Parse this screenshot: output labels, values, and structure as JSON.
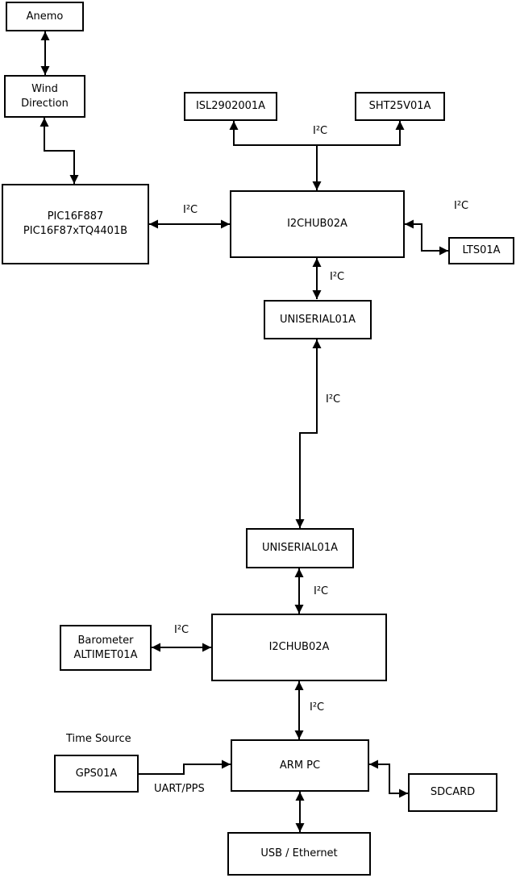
{
  "diagram": {
    "nodes": {
      "anemo": {
        "label": "Anemo"
      },
      "wind_direction": {
        "line1": "Wind",
        "line2": "Direction"
      },
      "pic": {
        "line1": "PIC16F887",
        "line2": "PIC16F87xTQ4401B"
      },
      "isl": {
        "label": "ISL2902001A"
      },
      "sht": {
        "label": "SHT25V01A"
      },
      "i2chub_upper": {
        "label": "I2CHUB02A"
      },
      "lts": {
        "label": "LTS01A"
      },
      "uniserial_upper": {
        "label": "UNISERIAL01A"
      },
      "uniserial_lower": {
        "label": "UNISERIAL01A"
      },
      "i2chub_lower": {
        "label": "I2CHUB02A"
      },
      "barometer": {
        "line1": "Barometer",
        "line2": "ALTIMET01A"
      },
      "gps": {
        "label": "GPS01A"
      },
      "arm_pc": {
        "label": "ARM PC"
      },
      "sdcard": {
        "label": "SDCARD"
      },
      "usb_ethernet": {
        "label": "USB / Ethernet"
      }
    },
    "edge_labels": {
      "i2c_sensors": "I²C",
      "i2c_pic_hub": "I²C",
      "i2c_hub_lts": "I²C",
      "i2c_hub_uniserial": "I²C",
      "i2c_uniserial_link": "I²C",
      "i2c_uniserial_hub_low": "I²C",
      "i2c_barometer_hub": "I²C",
      "i2c_hub_armpc": "I²C",
      "uart_pps": "UART/PPS",
      "time_source": "Time Source"
    },
    "colors": {
      "line": "#000000",
      "box_border": "#000000",
      "background": "#ffffff"
    }
  }
}
